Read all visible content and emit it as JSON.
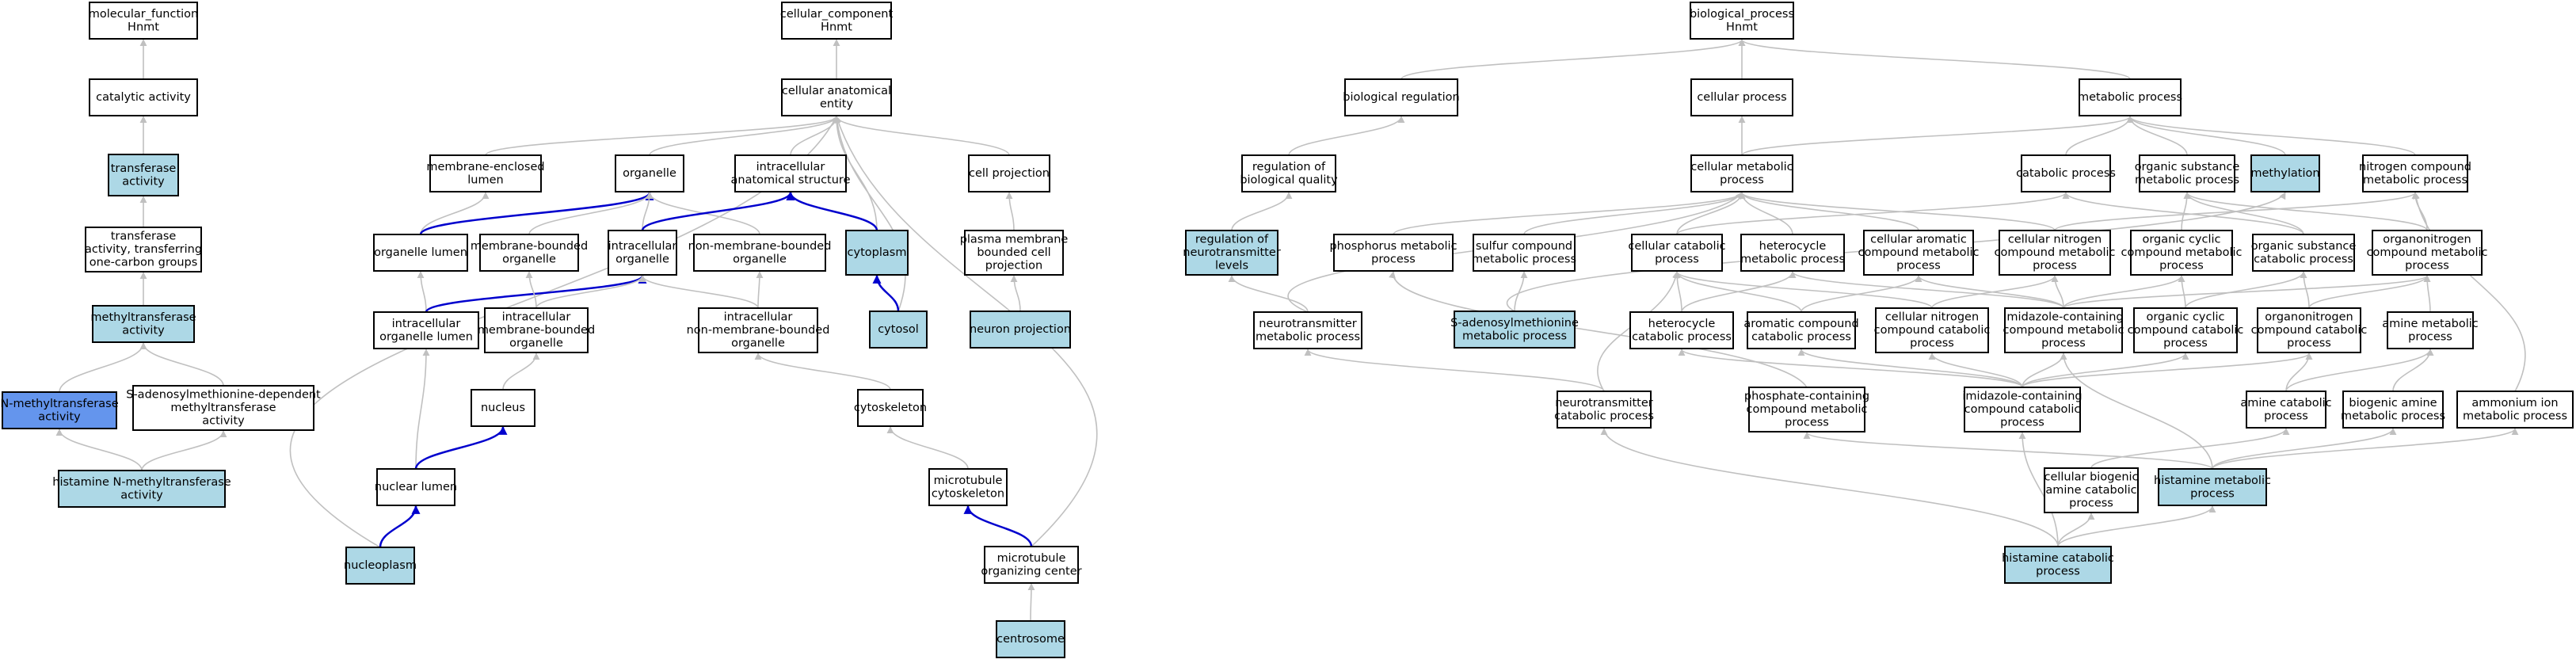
{
  "colors": {
    "default_fill": "#ffffff",
    "highlight_fill": "#add8e6",
    "focus_fill": "#6495ed",
    "edge_gray": "#c0c0c0",
    "edge_blue": "#0000cd"
  },
  "graph": {
    "nodes": [
      {
        "id": "mf",
        "lines": [
          "molecular_function",
          "Hnmt"
        ],
        "fill": "default"
      },
      {
        "id": "cat",
        "lines": [
          "catalytic activity"
        ],
        "fill": "default"
      },
      {
        "id": "trans",
        "lines": [
          "transferase",
          "activity"
        ],
        "fill": "highlight"
      },
      {
        "id": "trans1c",
        "lines": [
          "transferase",
          "activity, transferring",
          "one-carbon groups"
        ],
        "fill": "default"
      },
      {
        "id": "mtrans",
        "lines": [
          "methyltransferase",
          "activity"
        ],
        "fill": "highlight"
      },
      {
        "id": "nmt",
        "lines": [
          "N-methyltransferase",
          "activity"
        ],
        "fill": "focus"
      },
      {
        "id": "sam_mt",
        "lines": [
          "S-adenosylmethionine-dependent",
          "methyltransferase",
          "activity"
        ],
        "fill": "default"
      },
      {
        "id": "hnmt",
        "lines": [
          "histamine N-methyltransferase",
          "activity"
        ],
        "fill": "highlight"
      },
      {
        "id": "cc",
        "lines": [
          "cellular_component",
          "Hnmt"
        ],
        "fill": "default"
      },
      {
        "id": "cae",
        "lines": [
          "cellular anatomical",
          "entity"
        ],
        "fill": "default"
      },
      {
        "id": "mencl",
        "lines": [
          "membrane-enclosed",
          "lumen"
        ],
        "fill": "default"
      },
      {
        "id": "org",
        "lines": [
          "organelle"
        ],
        "fill": "default"
      },
      {
        "id": "ias",
        "lines": [
          "intracellular",
          "anatomical structure"
        ],
        "fill": "default"
      },
      {
        "id": "cproj",
        "lines": [
          "cell projection"
        ],
        "fill": "default"
      },
      {
        "id": "olumen",
        "lines": [
          "organelle lumen"
        ],
        "fill": "default"
      },
      {
        "id": "mbo",
        "lines": [
          "membrane-bounded",
          "organelle"
        ],
        "fill": "default"
      },
      {
        "id": "io",
        "lines": [
          "intracellular",
          "organelle"
        ],
        "fill": "default"
      },
      {
        "id": "nmbo",
        "lines": [
          "non-membrane-bounded",
          "organelle"
        ],
        "fill": "default"
      },
      {
        "id": "cyto",
        "lines": [
          "cytoplasm"
        ],
        "fill": "highlight"
      },
      {
        "id": "pmbcp",
        "lines": [
          "plasma membrane",
          "bounded cell",
          "projection"
        ],
        "fill": "default"
      },
      {
        "id": "iol",
        "lines": [
          "intracellular",
          "organelle lumen"
        ],
        "fill": "default"
      },
      {
        "id": "imbo",
        "lines": [
          "intracellular",
          "membrane-bounded",
          "organelle"
        ],
        "fill": "default"
      },
      {
        "id": "inmbo",
        "lines": [
          "intracellular",
          "non-membrane-bounded",
          "organelle"
        ],
        "fill": "default"
      },
      {
        "id": "cytosol",
        "lines": [
          "cytosol"
        ],
        "fill": "highlight"
      },
      {
        "id": "nproj",
        "lines": [
          "neuron projection"
        ],
        "fill": "highlight"
      },
      {
        "id": "nucleus",
        "lines": [
          "nucleus"
        ],
        "fill": "default"
      },
      {
        "id": "cytosk",
        "lines": [
          "cytoskeleton"
        ],
        "fill": "default"
      },
      {
        "id": "nlumen",
        "lines": [
          "nuclear lumen"
        ],
        "fill": "default"
      },
      {
        "id": "mtcyto",
        "lines": [
          "microtubule",
          "cytoskeleton"
        ],
        "fill": "default"
      },
      {
        "id": "nucleo",
        "lines": [
          "nucleoplasm"
        ],
        "fill": "highlight"
      },
      {
        "id": "mtoc",
        "lines": [
          "microtubule",
          "organizing center"
        ],
        "fill": "default"
      },
      {
        "id": "centro",
        "lines": [
          "centrosome"
        ],
        "fill": "highlight"
      },
      {
        "id": "bp",
        "lines": [
          "biological_process",
          "Hnmt"
        ],
        "fill": "default"
      },
      {
        "id": "breg",
        "lines": [
          "biological regulation"
        ],
        "fill": "default"
      },
      {
        "id": "cproc",
        "lines": [
          "cellular process"
        ],
        "fill": "default"
      },
      {
        "id": "mproc",
        "lines": [
          "metabolic process"
        ],
        "fill": "default"
      },
      {
        "id": "rbq",
        "lines": [
          "regulation of",
          "biological quality"
        ],
        "fill": "default"
      },
      {
        "id": "cmp",
        "lines": [
          "cellular metabolic",
          "process"
        ],
        "fill": "default"
      },
      {
        "id": "catp",
        "lines": [
          "catabolic process"
        ],
        "fill": "default"
      },
      {
        "id": "osmp",
        "lines": [
          "organic substance",
          "metabolic process"
        ],
        "fill": "default"
      },
      {
        "id": "meth",
        "lines": [
          "methylation"
        ],
        "fill": "highlight"
      },
      {
        "id": "ncmp",
        "lines": [
          "nitrogen compound",
          "metabolic process"
        ],
        "fill": "default"
      },
      {
        "id": "rnl",
        "lines": [
          "regulation of",
          "neurotransmitter",
          "levels"
        ],
        "fill": "highlight"
      },
      {
        "id": "phosmp",
        "lines": [
          "phosphorus metabolic",
          "process"
        ],
        "fill": "default"
      },
      {
        "id": "scmp",
        "lines": [
          "sulfur compound",
          "metabolic process"
        ],
        "fill": "default"
      },
      {
        "id": "ccp",
        "lines": [
          "cellular catabolic",
          "process"
        ],
        "fill": "default"
      },
      {
        "id": "hmp",
        "lines": [
          "heterocycle",
          "metabolic process"
        ],
        "fill": "default"
      },
      {
        "id": "cacmp",
        "lines": [
          "cellular aromatic",
          "compound metabolic",
          "process"
        ],
        "fill": "default"
      },
      {
        "id": "cncmp",
        "lines": [
          "cellular nitrogen",
          "compound metabolic",
          "process"
        ],
        "fill": "default"
      },
      {
        "id": "occmp",
        "lines": [
          "organic cyclic",
          "compound metabolic",
          "process"
        ],
        "fill": "default"
      },
      {
        "id": "oscp",
        "lines": [
          "organic substance",
          "catabolic process"
        ],
        "fill": "default"
      },
      {
        "id": "oncmp",
        "lines": [
          "organonitrogen",
          "compound metabolic",
          "process"
        ],
        "fill": "default"
      },
      {
        "id": "samp",
        "lines": [
          "S-adenosylmethionine",
          "metabolic process"
        ],
        "fill": "highlight"
      },
      {
        "id": "ntmp",
        "lines": [
          "neurotransmitter",
          "metabolic process"
        ],
        "fill": "default"
      },
      {
        "id": "hcp",
        "lines": [
          "heterocycle",
          "catabolic process"
        ],
        "fill": "default"
      },
      {
        "id": "accp",
        "lines": [
          "aromatic compound",
          "catabolic process"
        ],
        "fill": "default"
      },
      {
        "id": "cnccp",
        "lines": [
          "cellular nitrogen",
          "compound catabolic",
          "process"
        ],
        "fill": "default"
      },
      {
        "id": "icmp",
        "lines": [
          "imidazole-containing",
          "compound metabolic",
          "process"
        ],
        "fill": "default"
      },
      {
        "id": "occp",
        "lines": [
          "organic cyclic",
          "compound catabolic",
          "process"
        ],
        "fill": "default"
      },
      {
        "id": "onccp",
        "lines": [
          "organonitrogen",
          "compound catabolic",
          "process"
        ],
        "fill": "default"
      },
      {
        "id": "amp",
        "lines": [
          "amine metabolic",
          "process"
        ],
        "fill": "default"
      },
      {
        "id": "ntcp",
        "lines": [
          "neurotransmitter",
          "catabolic process"
        ],
        "fill": "default"
      },
      {
        "id": "pcmp",
        "lines": [
          "phosphate-containing",
          "compound metabolic",
          "process"
        ],
        "fill": "default"
      },
      {
        "id": "iccp",
        "lines": [
          "imidazole-containing",
          "compound catabolic",
          "process"
        ],
        "fill": "default"
      },
      {
        "id": "acp",
        "lines": [
          "amine catabolic",
          "process"
        ],
        "fill": "default"
      },
      {
        "id": "bamp",
        "lines": [
          "biogenic amine",
          "metabolic process"
        ],
        "fill": "default"
      },
      {
        "id": "aip",
        "lines": [
          "ammonium ion",
          "metabolic process"
        ],
        "fill": "default"
      },
      {
        "id": "cbacp",
        "lines": [
          "cellular biogenic",
          "amine catabolic",
          "process"
        ],
        "fill": "default"
      },
      {
        "id": "histmp",
        "lines": [
          "histamine metabolic",
          "process"
        ],
        "fill": "highlight"
      },
      {
        "id": "histcp",
        "lines": [
          "histamine catabolic",
          "process"
        ],
        "fill": "highlight"
      }
    ],
    "edges": [
      [
        "cat",
        "mf",
        "g"
      ],
      [
        "trans",
        "cat",
        "g"
      ],
      [
        "trans1c",
        "trans",
        "g"
      ],
      [
        "mtrans",
        "trans1c",
        "g"
      ],
      [
        "nmt",
        "mtrans",
        "g"
      ],
      [
        "sam_mt",
        "mtrans",
        "g"
      ],
      [
        "hnmt",
        "nmt",
        "g"
      ],
      [
        "hnmt",
        "sam_mt",
        "g"
      ],
      [
        "cae",
        "cc",
        "g"
      ],
      [
        "mencl",
        "cae",
        "g"
      ],
      [
        "org",
        "cae",
        "g"
      ],
      [
        "ias",
        "cae",
        "g"
      ],
      [
        "cproj",
        "cae",
        "g"
      ],
      [
        "cyto",
        "cae",
        "g"
      ],
      [
        "cytosol",
        "cae",
        "g"
      ],
      [
        "nucleo",
        "cae",
        "g"
      ],
      [
        "mtoc",
        "cae",
        "g"
      ],
      [
        "olumen",
        "mencl",
        "g"
      ],
      [
        "olumen",
        "org",
        "b"
      ],
      [
        "mbo",
        "org",
        "g"
      ],
      [
        "io",
        "org",
        "g"
      ],
      [
        "nmbo",
        "org",
        "g"
      ],
      [
        "io",
        "ias",
        "b"
      ],
      [
        "cyto",
        "ias",
        "b"
      ],
      [
        "pmbcp",
        "cproj",
        "g"
      ],
      [
        "iol",
        "olumen",
        "g"
      ],
      [
        "iol",
        "io",
        "b"
      ],
      [
        "imbo",
        "mbo",
        "g"
      ],
      [
        "imbo",
        "io",
        "g"
      ],
      [
        "inmbo",
        "io",
        "g"
      ],
      [
        "inmbo",
        "nmbo",
        "g"
      ],
      [
        "cytosol",
        "cyto",
        "b"
      ],
      [
        "nproj",
        "pmbcp",
        "g"
      ],
      [
        "nucleus",
        "imbo",
        "g"
      ],
      [
        "cytosk",
        "inmbo",
        "g"
      ],
      [
        "nlumen",
        "iol",
        "g"
      ],
      [
        "nlumen",
        "nucleus",
        "b"
      ],
      [
        "mtcyto",
        "cytosk",
        "g"
      ],
      [
        "nucleo",
        "nlumen",
        "b"
      ],
      [
        "mtoc",
        "mtcyto",
        "b"
      ],
      [
        "centro",
        "mtoc",
        "g"
      ],
      [
        "breg",
        "bp",
        "g"
      ],
      [
        "cproc",
        "bp",
        "g"
      ],
      [
        "mproc",
        "bp",
        "g"
      ],
      [
        "rbq",
        "breg",
        "g"
      ],
      [
        "cmp",
        "cproc",
        "g"
      ],
      [
        "cmp",
        "mproc",
        "g"
      ],
      [
        "catp",
        "mproc",
        "g"
      ],
      [
        "osmp",
        "mproc",
        "g"
      ],
      [
        "meth",
        "mproc",
        "g"
      ],
      [
        "ncmp",
        "mproc",
        "g"
      ],
      [
        "rnl",
        "rbq",
        "g"
      ],
      [
        "phosmp",
        "cmp",
        "g"
      ],
      [
        "scmp",
        "cmp",
        "g"
      ],
      [
        "ccp",
        "cmp",
        "g"
      ],
      [
        "hmp",
        "cmp",
        "g"
      ],
      [
        "cacmp",
        "cmp",
        "g"
      ],
      [
        "cncmp",
        "cmp",
        "g"
      ],
      [
        "ccp",
        "catp",
        "g"
      ],
      [
        "oscp",
        "catp",
        "g"
      ],
      [
        "occmp",
        "osmp",
        "g"
      ],
      [
        "oscp",
        "osmp",
        "g"
      ],
      [
        "oncmp",
        "osmp",
        "g"
      ],
      [
        "cncmp",
        "ncmp",
        "g"
      ],
      [
        "oncmp",
        "ncmp",
        "g"
      ],
      [
        "samp",
        "meth",
        "g"
      ],
      [
        "ntmp",
        "rnl",
        "g"
      ],
      [
        "ntmp",
        "cmp",
        "g"
      ],
      [
        "samp",
        "scmp",
        "g"
      ],
      [
        "hcp",
        "ccp",
        "g"
      ],
      [
        "hcp",
        "hmp",
        "g"
      ],
      [
        "accp",
        "ccp",
        "g"
      ],
      [
        "accp",
        "cacmp",
        "g"
      ],
      [
        "cnccp",
        "ccp",
        "g"
      ],
      [
        "cnccp",
        "cncmp",
        "g"
      ],
      [
        "icmp",
        "hmp",
        "g"
      ],
      [
        "icmp",
        "cacmp",
        "g"
      ],
      [
        "icmp",
        "cncmp",
        "g"
      ],
      [
        "icmp",
        "occmp",
        "g"
      ],
      [
        "icmp",
        "oncmp",
        "g"
      ],
      [
        "occp",
        "occmp",
        "g"
      ],
      [
        "occp",
        "oscp",
        "g"
      ],
      [
        "onccp",
        "oscp",
        "g"
      ],
      [
        "onccp",
        "oncmp",
        "g"
      ],
      [
        "amp",
        "oncmp",
        "g"
      ],
      [
        "ntcp",
        "ntmp",
        "g"
      ],
      [
        "ntcp",
        "ccp",
        "g"
      ],
      [
        "pcmp",
        "phosmp",
        "g"
      ],
      [
        "iccp",
        "hcp",
        "g"
      ],
      [
        "iccp",
        "accp",
        "g"
      ],
      [
        "iccp",
        "cnccp",
        "g"
      ],
      [
        "iccp",
        "icmp",
        "g"
      ],
      [
        "iccp",
        "occp",
        "g"
      ],
      [
        "iccp",
        "onccp",
        "g"
      ],
      [
        "acp",
        "onccp",
        "g"
      ],
      [
        "acp",
        "amp",
        "g"
      ],
      [
        "bamp",
        "amp",
        "g"
      ],
      [
        "aip",
        "ncmp",
        "g"
      ],
      [
        "cbacp",
        "acp",
        "g"
      ],
      [
        "histmp",
        "icmp",
        "g"
      ],
      [
        "histmp",
        "bamp",
        "g"
      ],
      [
        "histmp",
        "aip",
        "g"
      ],
      [
        "histmp",
        "pcmp",
        "g"
      ],
      [
        "histcp",
        "cbacp",
        "g"
      ],
      [
        "histcp",
        "histmp",
        "g"
      ],
      [
        "histcp",
        "iccp",
        "g"
      ],
      [
        "histcp",
        "ntcp",
        "g"
      ]
    ]
  }
}
